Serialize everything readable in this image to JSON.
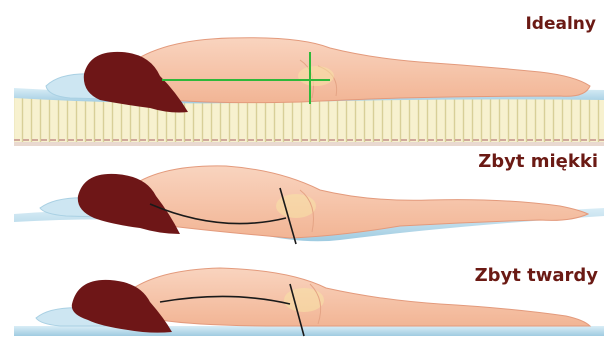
{
  "panels": [
    {
      "label": "Idealny",
      "spine_line_color": "#2fb83a"
    },
    {
      "label": "Zbyt miękki",
      "spine_line_color": "#1a1a1a"
    },
    {
      "label": "Zbyt twardy",
      "spine_line_color": "#1a1a1a"
    }
  ],
  "colors": {
    "label_text": "#6b1a14",
    "skin": "#f6c2a6",
    "hair": "#6e1617",
    "pillow": "#bfe0ee",
    "mattress_top": "#bcdcec",
    "mattress_springs": "#f5f0c8"
  }
}
